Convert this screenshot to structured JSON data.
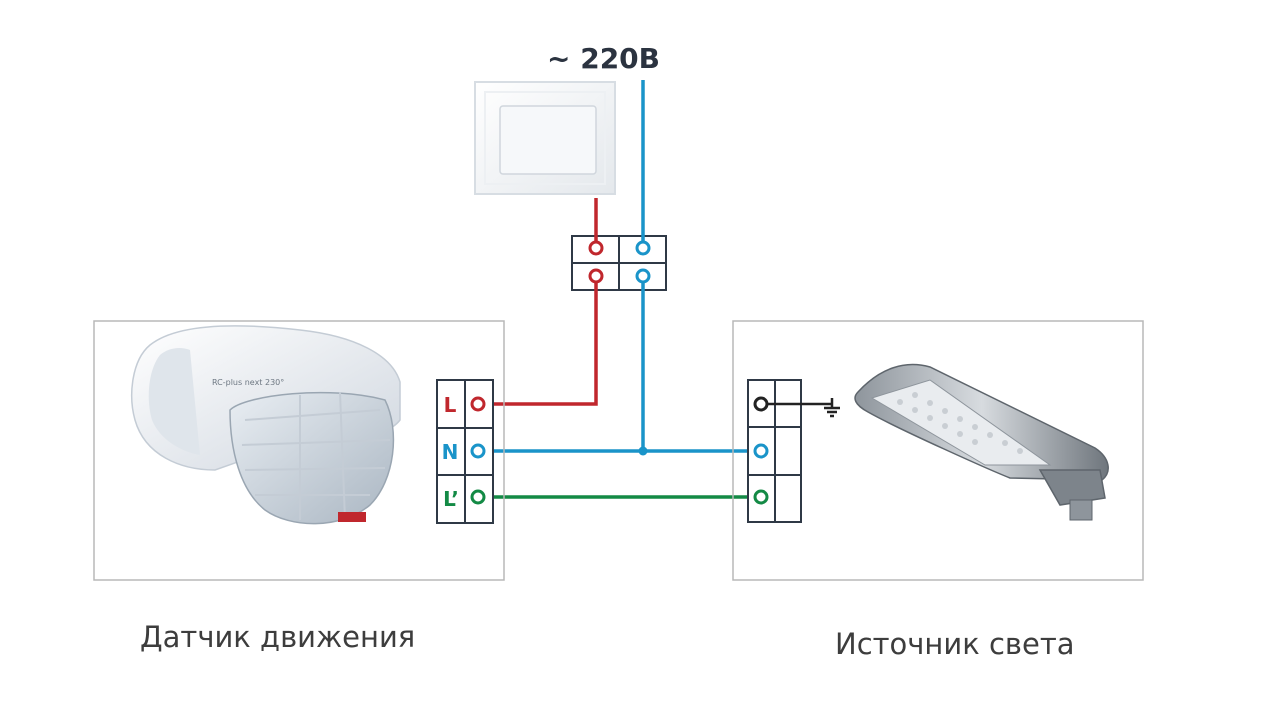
{
  "supply": {
    "label": "~ 220В"
  },
  "captions": {
    "sensor": "Датчик движения",
    "light": "Источник света"
  },
  "sensor_terminals": [
    "L",
    "N",
    "L’"
  ],
  "colors": {
    "phase": "#c0272d",
    "neutral": "#1a94c9",
    "load": "#138a45",
    "ground": "#222222",
    "frame": "#b8b8b8",
    "terminal_block": "#2f3946"
  },
  "icons": {
    "switch": "wall-switch-icon",
    "sensor": "motion-sensor-icon",
    "lamp": "street-light-icon",
    "ground": "ground-icon"
  }
}
